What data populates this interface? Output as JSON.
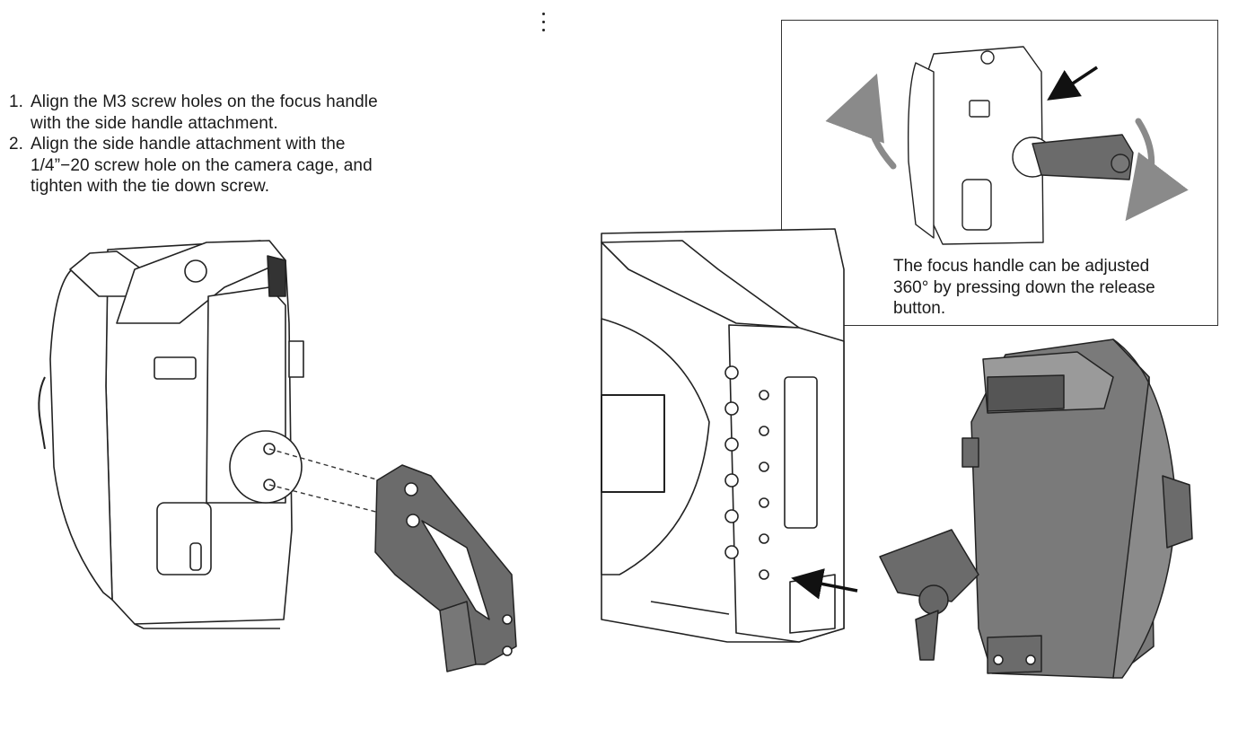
{
  "instructions": {
    "steps": [
      {
        "num": "1.",
        "text": "Align the M3 screw holes on the focus handle\nwith the side handle attachment."
      },
      {
        "num": "2.",
        "text": "Align the side handle attachment with the\n1/4”−20 screw hole on the camera cage, and\ntighten with the tie down screw."
      }
    ]
  },
  "callout": {
    "caption": "The focus handle can be adjusted\n360°   by pressing down the release\nbutton."
  },
  "illustrations": {
    "left": "focus-handle-with-side-attachment-exploded-view",
    "inset": "focus-handle-rotation-detail",
    "right": "camera-cage-with-mounted-focus-handle"
  },
  "colors": {
    "line": "#222222",
    "part_dark": "#6b6b6b",
    "arrow_gray": "#8a8a8a",
    "handle_gray": "#7a7a7a"
  }
}
